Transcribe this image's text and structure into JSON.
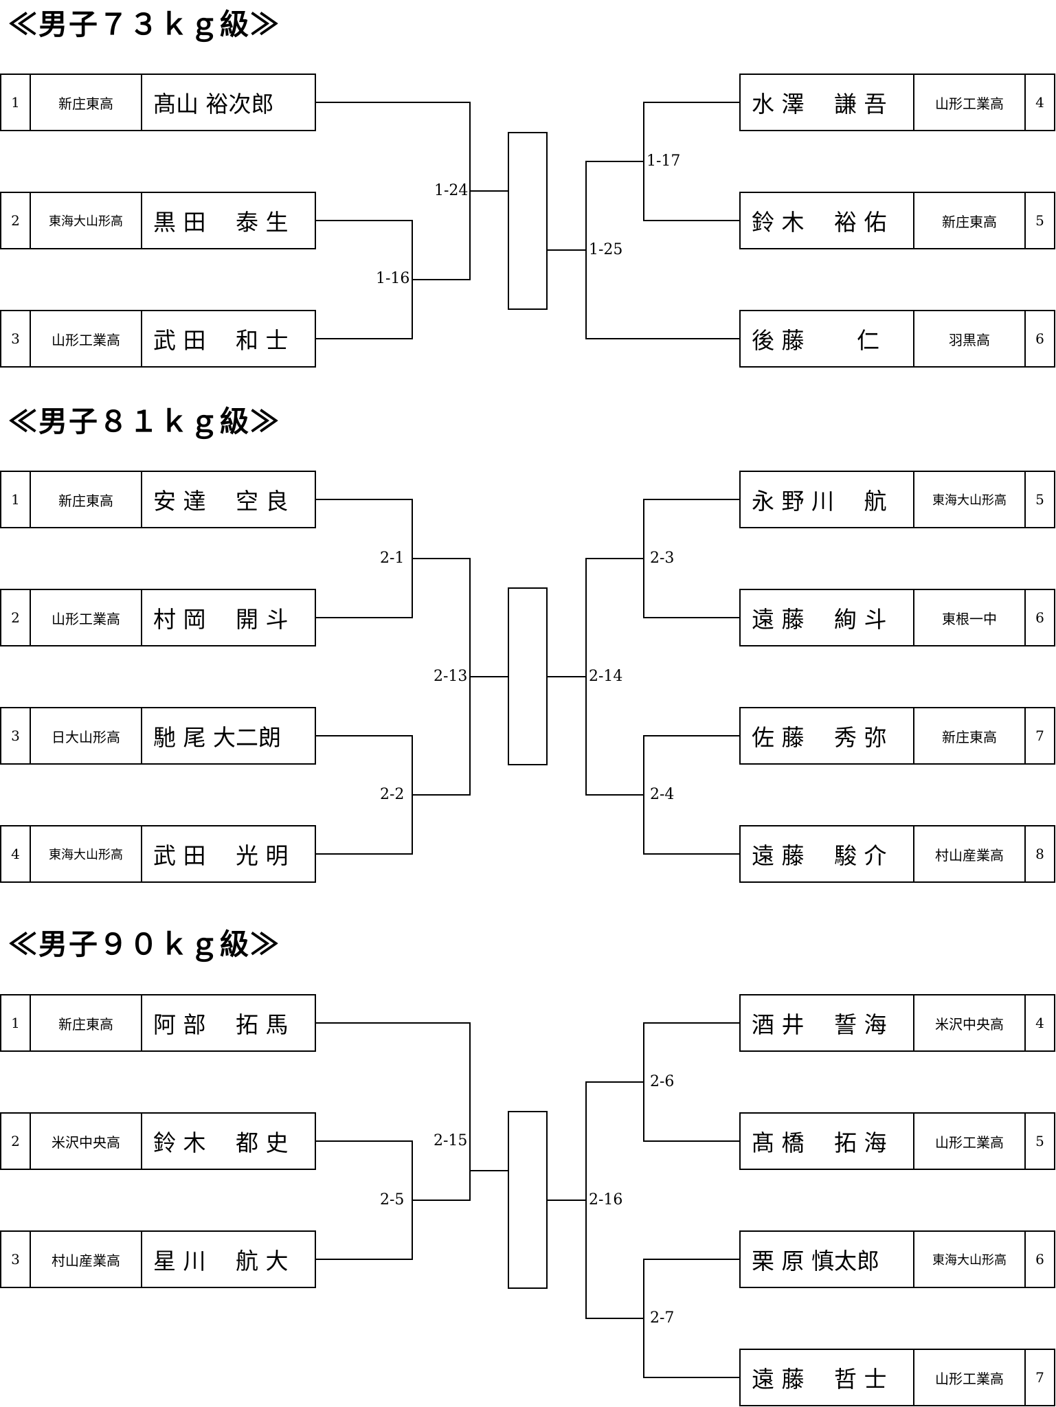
{
  "sections": [
    {
      "title": "≪男子７３ｋｇ級≫",
      "left": [
        {
          "seed": "1",
          "school": "新庄東高",
          "name": "髙山 裕次郎"
        },
        {
          "seed": "2",
          "school": "東海大山形高",
          "name": "黒 田　 泰 生"
        },
        {
          "seed": "3",
          "school": "山形工業高",
          "name": "武 田　 和 士"
        }
      ],
      "right": [
        {
          "seed": "4",
          "school": "山形工業高",
          "name": "水 澤　 謙 吾"
        },
        {
          "seed": "5",
          "school": "新庄東高",
          "name": "鈴 木　 裕 佑"
        },
        {
          "seed": "6",
          "school": "羽黒高",
          "name": "後 藤　　 仁"
        }
      ],
      "matches": {
        "left_inner": "1-16",
        "left_final": "1-24",
        "right_inner": "1-17",
        "right_final": "1-25"
      }
    },
    {
      "title": "≪男子８１ｋｇ級≫",
      "left": [
        {
          "seed": "1",
          "school": "新庄東高",
          "name": "安 達　 空 良"
        },
        {
          "seed": "2",
          "school": "山形工業高",
          "name": "村 岡　 開 斗"
        },
        {
          "seed": "3",
          "school": "日大山形高",
          "name": "馳 尾 大二朗"
        },
        {
          "seed": "4",
          "school": "東海大山形高",
          "name": "武 田　 光 明"
        }
      ],
      "right": [
        {
          "seed": "5",
          "school": "東海大山形高",
          "name": "永 野 川　 航"
        },
        {
          "seed": "6",
          "school": "東根一中",
          "name": "遠 藤　 絢 斗"
        },
        {
          "seed": "7",
          "school": "新庄東高",
          "name": "佐 藤　 秀 弥"
        },
        {
          "seed": "8",
          "school": "村山産業高",
          "name": "遠 藤　 駿 介"
        }
      ],
      "matches": {
        "left_top": "2-1",
        "left_bottom": "2-2",
        "left_final": "2-13",
        "right_top": "2-3",
        "right_bottom": "2-4",
        "right_final": "2-14"
      }
    },
    {
      "title": "≪男子９０ｋｇ級≫",
      "left": [
        {
          "seed": "1",
          "school": "新庄東高",
          "name": "阿 部　 拓 馬"
        },
        {
          "seed": "2",
          "school": "米沢中央高",
          "name": "鈴 木　 都 史"
        },
        {
          "seed": "3",
          "school": "村山産業高",
          "name": "星 川　 航 大"
        }
      ],
      "right": [
        {
          "seed": "4",
          "school": "米沢中央高",
          "name": "酒 井　 誓 海"
        },
        {
          "seed": "5",
          "school": "山形工業高",
          "name": "髙 橋　 拓 海"
        },
        {
          "seed": "6",
          "school": "東海大山形高",
          "name": "栗 原 慎太郎"
        },
        {
          "seed": "7",
          "school": "山形工業高",
          "name": "遠 藤　 哲 士"
        }
      ],
      "matches": {
        "left_inner": "2-5",
        "left_final": "2-15",
        "right_top": "2-6",
        "right_bottom": "2-7",
        "right_final": "2-16"
      }
    }
  ]
}
